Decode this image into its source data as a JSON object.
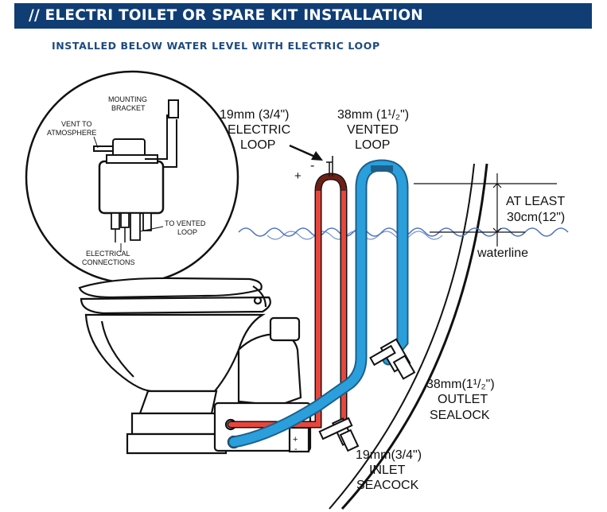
{
  "header": {
    "title": "// ELECTRI TOILET OR SPARE KIT INSTALLATION",
    "subtitle": "INSTALLED BELOW WATER LEVEL WITH  ELECTRIC LOOP"
  },
  "inset": {
    "mounting_bracket": [
      "MOUNTING",
      "BRACKET"
    ],
    "vent_to_atmosphere": [
      "VENT TO",
      "ATMOSPHERE"
    ],
    "to_vented_loop": [
      "TO VENTED",
      "LOOP"
    ],
    "electrical_connections": [
      "ELECTRICAL",
      "CONNECTIONS"
    ]
  },
  "labels": {
    "electric_loop": [
      "19mm (3/4\")",
      "ELECTRIC",
      "LOOP"
    ],
    "vented_loop": [
      "38mm (1¹/₂\")",
      "VENTED",
      "LOOP"
    ],
    "at_least": [
      "AT LEAST",
      "30cm(12\")"
    ],
    "waterline": "waterline",
    "outlet_sealock": [
      "38mm(1¹/₂\")",
      "OUTLET",
      "SEALOCK"
    ],
    "inlet_seacock": [
      "19mm(3/4\")",
      "INLET",
      "SEACOCK"
    ],
    "minus": "-",
    "plus": "+",
    "plus_minus_1": "+",
    "plus_minus_2": "-"
  },
  "colors": {
    "header_bg": "#103d74",
    "electric_loop": "#e8463c",
    "vented_loop": "#2a9fdc",
    "water": "#4f73c4"
  }
}
